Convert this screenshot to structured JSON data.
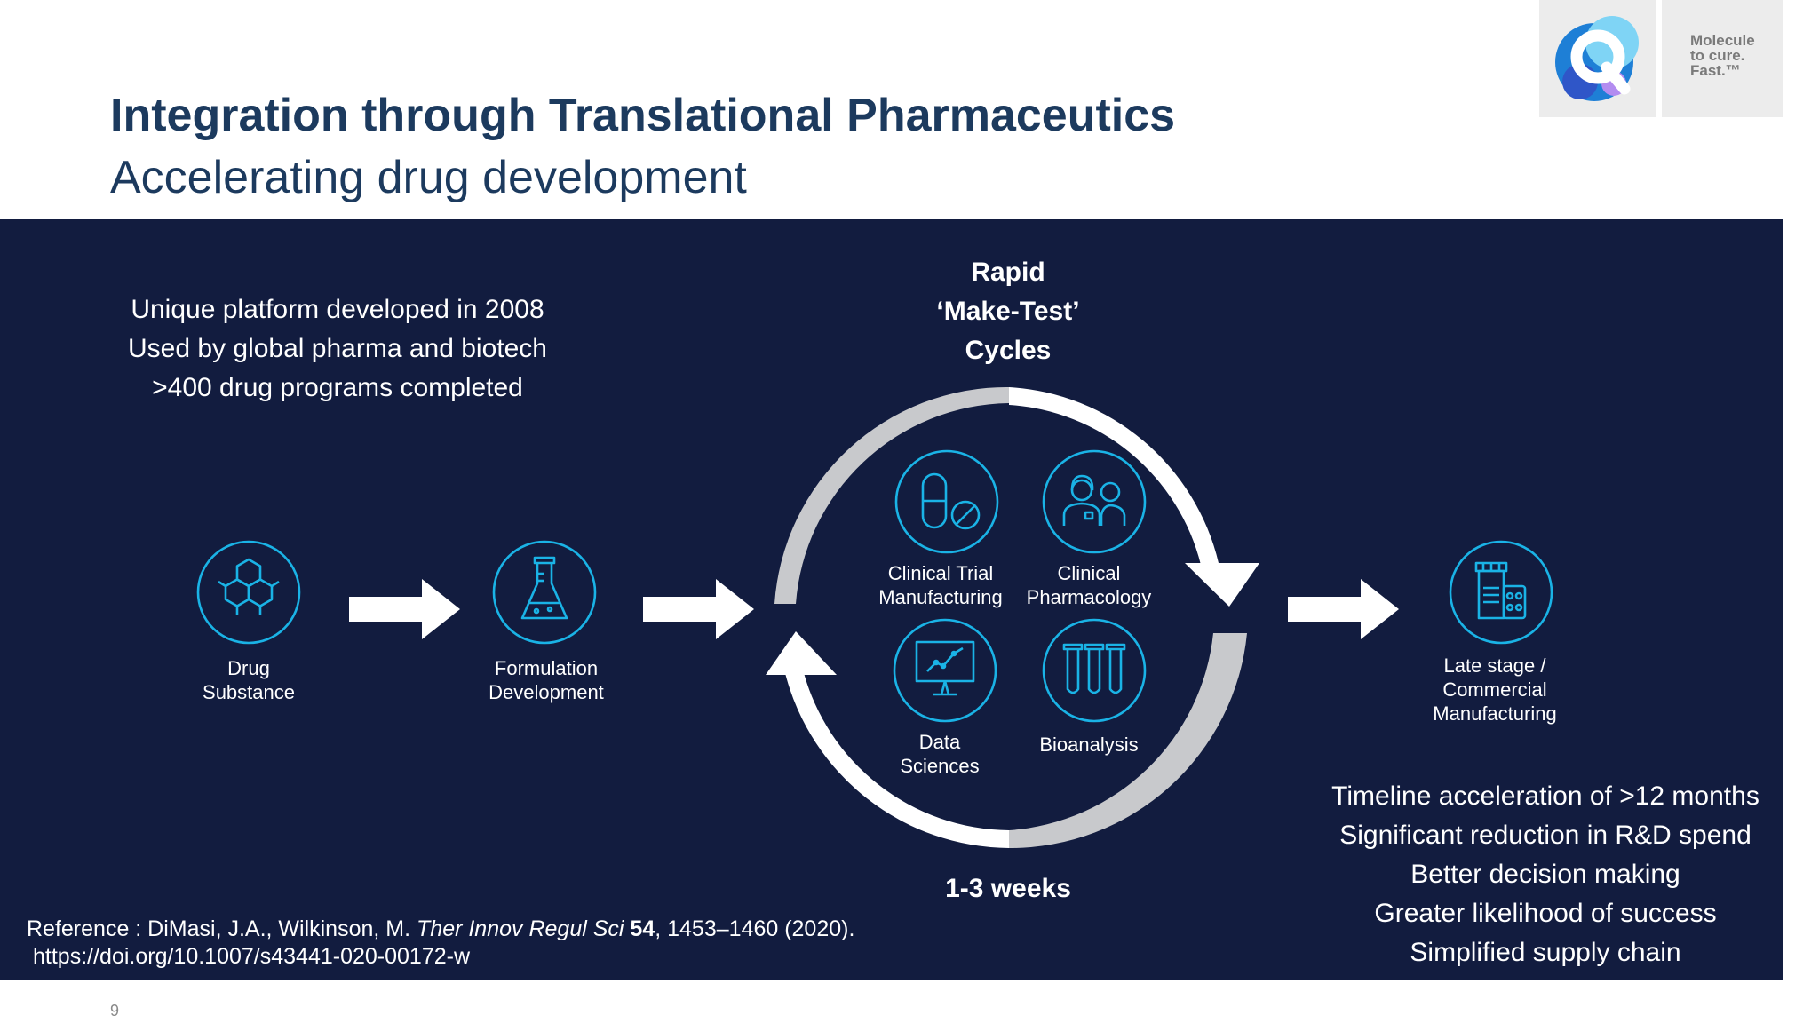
{
  "header": {
    "title": "Integration through Translational Pharmaceutics",
    "subtitle": "Accelerating drug development"
  },
  "logo": {
    "icon": "quotient-q-logo",
    "tagline": "Molecule\nto cure.\nFast.™"
  },
  "intro_lines": [
    "Unique platform developed in 2008",
    "Used by global pharma and biotech",
    ">400 drug programs completed"
  ],
  "cycle_title": [
    "Rapid",
    "‘Make-Test’",
    "Cycles"
  ],
  "cycle_duration": "1-3 weeks",
  "steps": {
    "drug_substance": {
      "label": [
        "Drug",
        "Substance"
      ],
      "icon": "hexagon-molecule-icon"
    },
    "formulation": {
      "label": [
        "Formulation",
        "Development"
      ],
      "icon": "flask-icon"
    },
    "ctm": {
      "label": [
        "Clinical Trial",
        "Manufacturing"
      ],
      "icon": "capsule-tablet-icon"
    },
    "clin_pharm": {
      "label": [
        "Clinical",
        "Pharmacology"
      ],
      "icon": "clinicians-icon"
    },
    "data_sci": {
      "label": [
        "Data",
        "Sciences"
      ],
      "icon": "monitor-chart-icon"
    },
    "bioanalysis": {
      "label": [
        "Bioanalysis"
      ],
      "icon": "test-tubes-icon"
    },
    "late_stage": {
      "label": [
        "Late stage /",
        "Commercial",
        "Manufacturing"
      ],
      "icon": "pill-bottle-icon"
    }
  },
  "benefits": [
    "Timeline acceleration of >12 months",
    "Significant reduction in R&D spend",
    "Better decision making",
    "Greater likelihood of success",
    "Simplified supply chain"
  ],
  "reference": {
    "line1_prefix": "Reference : DiMasi, J.A., Wilkinson, M. ",
    "journal": "Ther Innov Regul Sci",
    "volume": "54",
    "line1_suffix": ", 1453–1460 (2020).",
    "doi": "https://doi.org/10.1007/s43441-020-00172-w"
  },
  "page_number": "9",
  "colors": {
    "title": "#1c3a5e",
    "panel": "#121c3f",
    "icon_stroke": "#1ab3e6",
    "arrow_light": "#c8c9cc"
  }
}
